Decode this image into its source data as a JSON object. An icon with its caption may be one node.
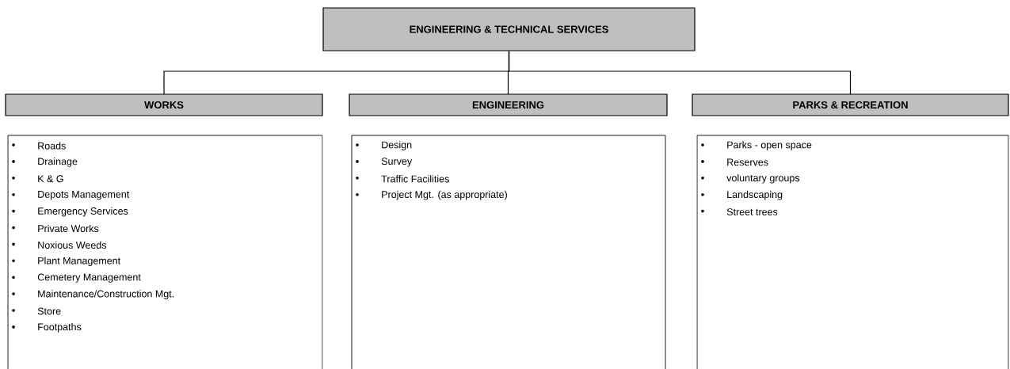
{
  "diagram": {
    "nodes": [
      {
        "text": [
          "ENGINEERING & TECHNICAL SERVICES"
        ]
      },
      {
        "text": [
          "WORKS"
        ]
      },
      {
        "text": [
          "ENGINEERING"
        ]
      },
      {
        "text": [
          "PARKS & RECREATION"
        ]
      },
      {
        "text": [
          "Roads",
          "Drainage",
          "K & G",
          "Depots Management",
          "Emergency Services",
          "Private Works",
          "Noxious Weeds",
          "Plant Management",
          "Cemetery Management",
          "Maintenance/Construction Mgt.",
          "Store",
          "Footpaths"
        ]
      },
      {
        "text": [
          "Design",
          "Survey",
          "Traffic Facilities",
          "Project Mgt. (as appropriate)"
        ]
      },
      {
        "text": [
          "Parks - open space",
          "Reserves",
          "voluntary groups",
          "Landscaping",
          "Street trees"
        ]
      }
    ],
    "edges": [
      {
        "from": 0,
        "to": 1,
        "arrow": "none"
      },
      {
        "from": 0,
        "to": 2,
        "arrow": "none"
      },
      {
        "from": 0,
        "to": 3,
        "arrow": "none"
      }
    ]
  }
}
